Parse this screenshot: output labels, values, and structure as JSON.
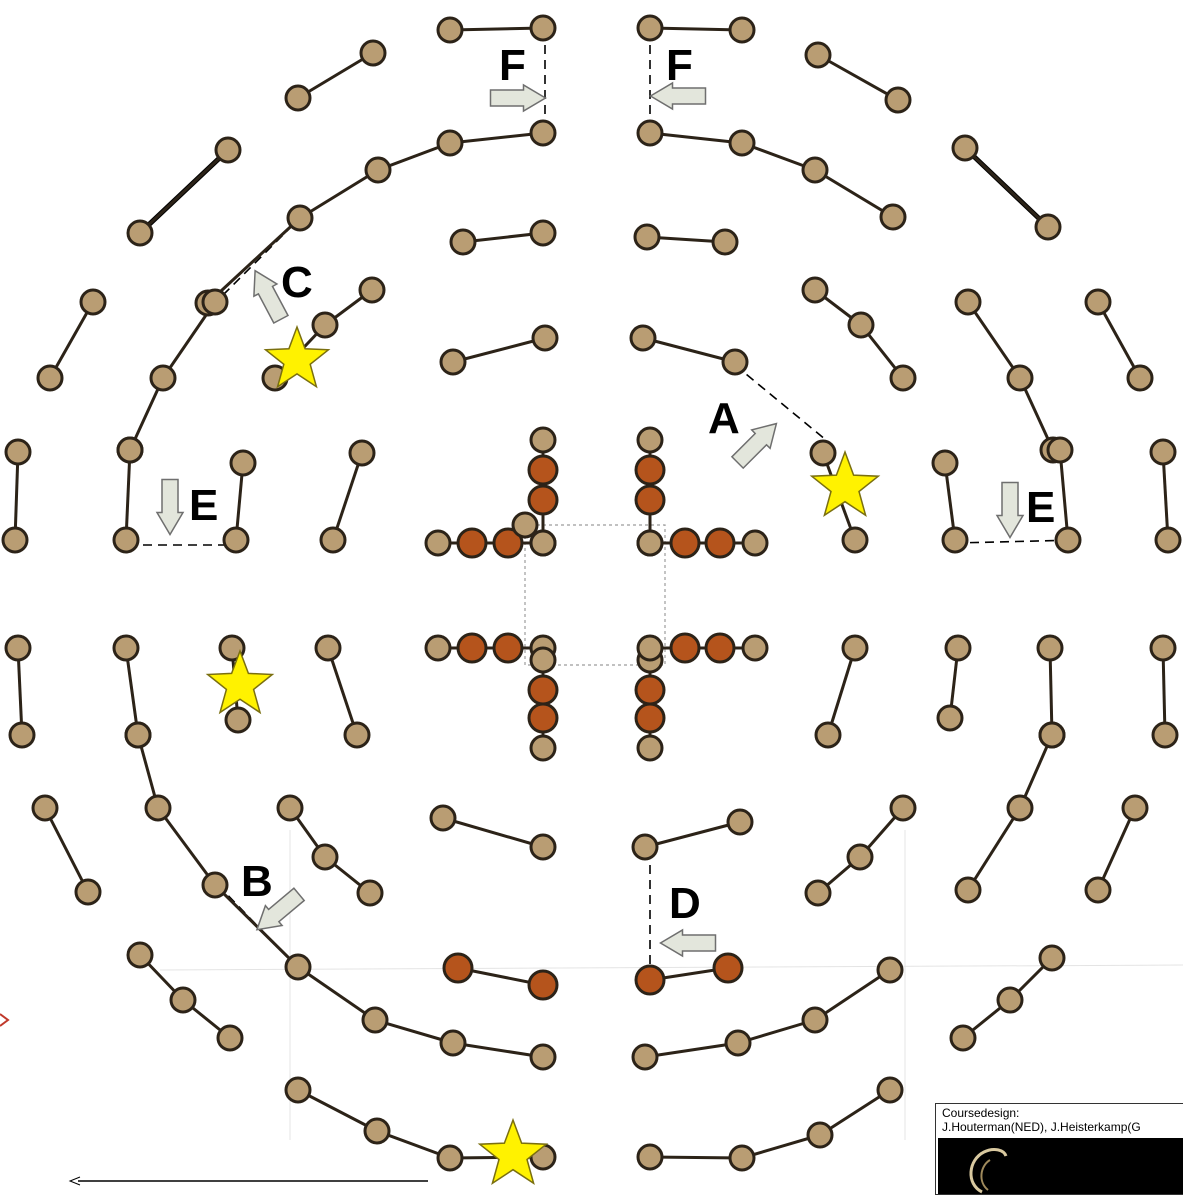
{
  "colors": {
    "pole": "#b99d73",
    "pole_dark": "#b5541c",
    "pole_stroke": "#2c2318",
    "star": "#fff200",
    "arrow": "#e3e6dc"
  },
  "labels": {
    "F1": "F",
    "F2": "F",
    "C": "C",
    "A": "A",
    "E1": "E",
    "E2": "E",
    "B": "B",
    "D": "D"
  },
  "credit": {
    "title": "Coursedesign:",
    "names": "J.Houterman(NED), J.Heisterkamp(G"
  },
  "icons": [
    "star-icon",
    "arrow-icon",
    "logo-icon"
  ]
}
